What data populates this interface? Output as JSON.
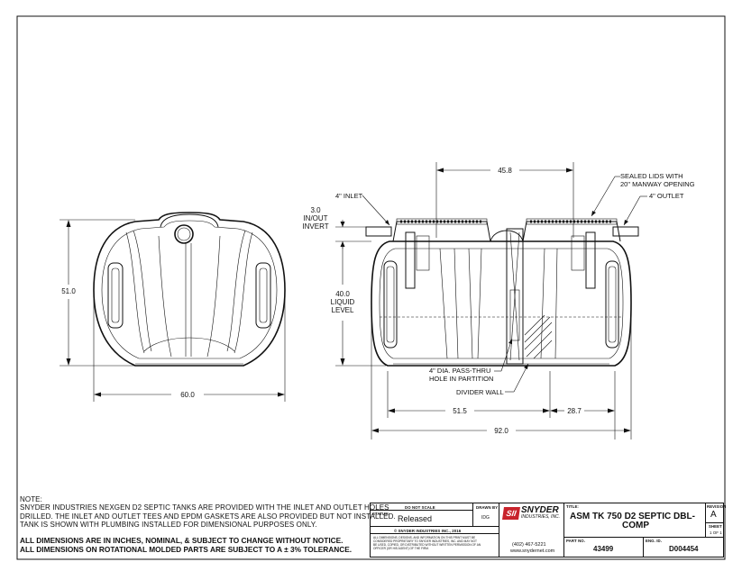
{
  "dimensions": {
    "side_width": "60.0",
    "side_height": "51.0",
    "top_span": "45.8",
    "invert": [
      "3.0",
      "IN/OUT",
      "INVERT"
    ],
    "liquid": [
      "40.0",
      "LIQUID",
      "LEVEL"
    ],
    "inlet_to_partition": "51.5",
    "partition_to_outlet": "28.7",
    "overall_length": "92.0"
  },
  "callouts": {
    "inlet": "4\" INLET",
    "outlet": "4\" OUTLET",
    "lids": [
      "SEALED LIDS WITH",
      "20\" MANWAY OPENING"
    ],
    "pass_thru": [
      "4\" DIA. PASS-THRU",
      "HOLE IN PARTITION"
    ],
    "divider": "DIVIDER WALL"
  },
  "notes": {
    "heading": "NOTE:",
    "lines": [
      "SNYDER INDUSTRIES NEXGEN D2 SEPTIC TANKS ARE PROVIDED WITH THE INLET AND OUTLET HOLES",
      "DRILLED.  THE INLET AND OUTLET TEES AND EPDM GASKETS ARE ALSO PROVIDED BUT NOT INSTALLED.",
      "TANK IS SHOWN WITH PLUMBING INSTALLED FOR DIMENSIONAL PURPOSES ONLY."
    ],
    "bold_lines": [
      "ALL DIMENSIONS ARE IN INCHES, NOMINAL, & SUBJECT TO CHANGE WITHOUT NOTICE.",
      "ALL DIMENSIONS ON ROTATIONAL MOLDED PARTS ARE SUBJECT TO A ± 3% TOLERANCE."
    ]
  },
  "title_block": {
    "do_not_scale": "DO NOT SCALE",
    "drawn_by_label": "DRAWN BY",
    "drawn_by": "IDG",
    "status_label": "STATUS:",
    "status": "Released",
    "copyright": "© SNYDER INDUSTRIES INC., 2016",
    "disclaimer": [
      "ALL DIMENSIONS, DESIGNS, AND INFORMATION ON THIS PRINT MUST BE",
      "CONSIDERED PROPRIETARY TO SNYDER INDUSTRIES, INC. AND MAY NOT",
      "BE USED, COPIED, OR DISTRIBUTED WITHOUT WRITTEN PERMISSION OF AN",
      "OFFICER (OR HIS AGENT) OF THE FIRM."
    ],
    "logo_mark": "SII",
    "company": "SNYDER",
    "company_sub": "INDUSTRIES, INC.",
    "phone": "(402) 467-5221",
    "website": "www.snydernet.com",
    "title_label": "TITLE:",
    "title_line1": "ASM TK 750 D2 SEPTIC DBL-",
    "title_line2": "COMP",
    "revision_label": "REVISION",
    "revision": "A",
    "sheet_label": "SHEET",
    "sheet": "1 OF 1",
    "part_no_label": "PART NO.",
    "part_no": "43499",
    "eng_id_label": "ENG. ID.",
    "eng_id": "D004454"
  }
}
